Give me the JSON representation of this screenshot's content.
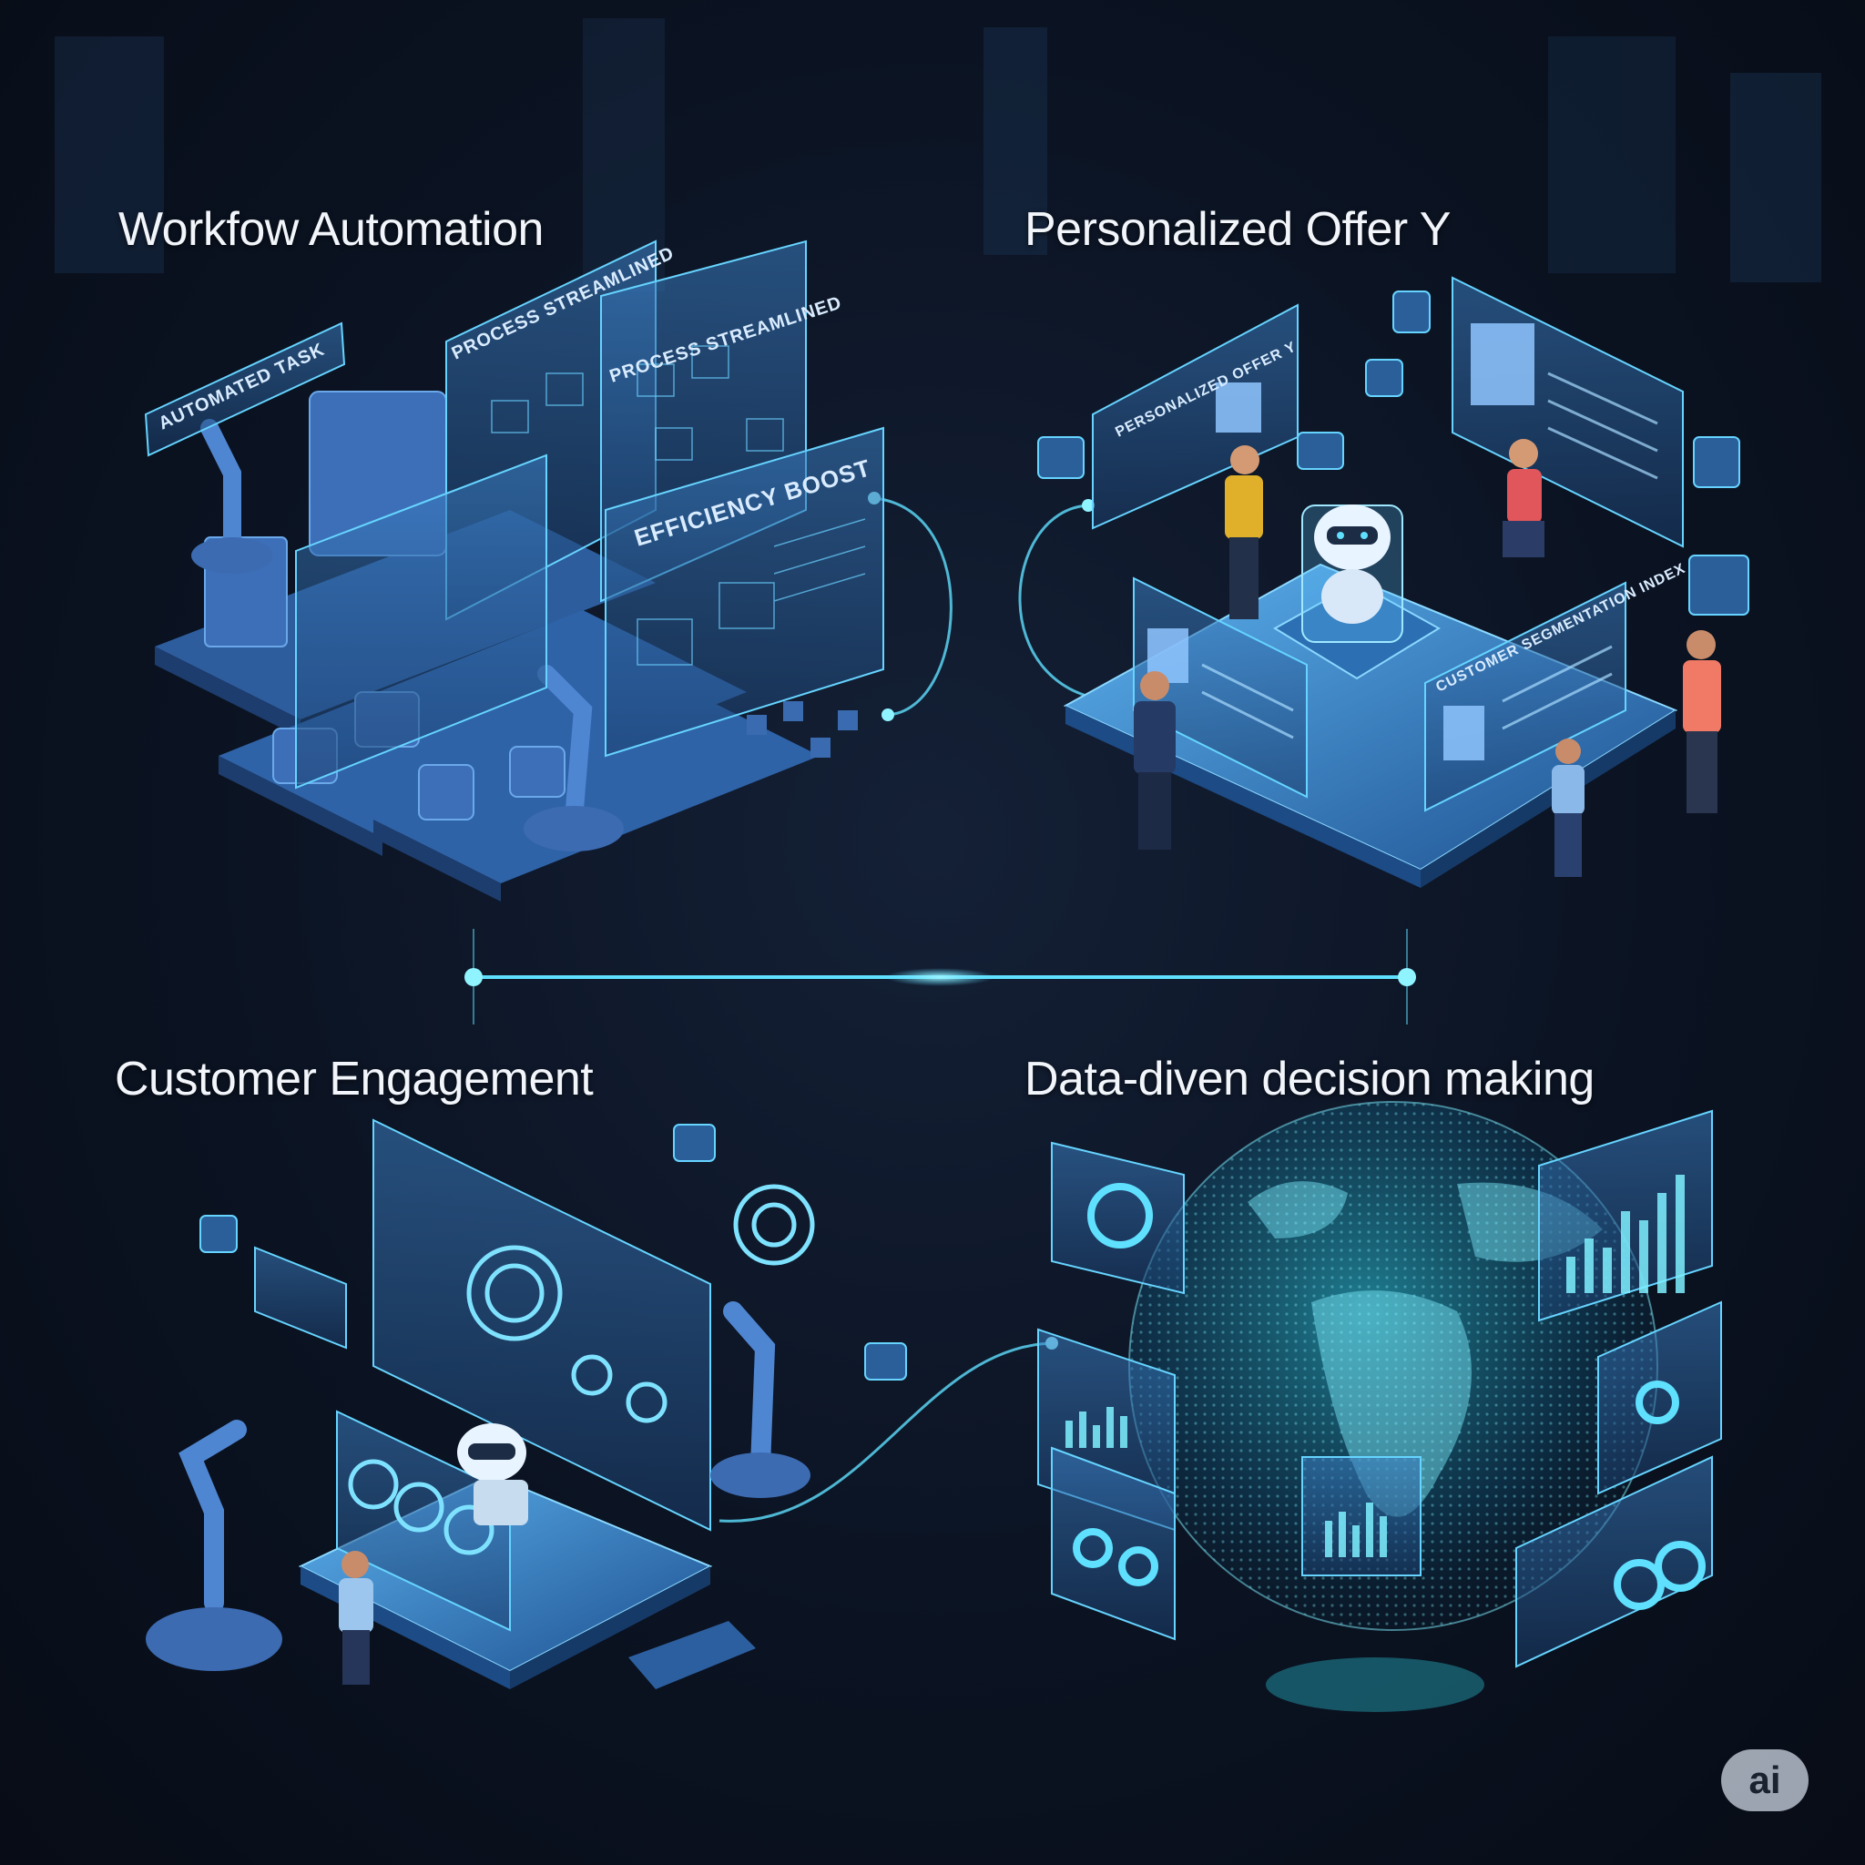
{
  "quadrants": {
    "workflow": {
      "title": "Workfow Automation",
      "labels": {
        "automated_task": "AUTOMATED TASK",
        "process_1": "PROCESS STREAMLINED",
        "process_2": "PROCESS STREAMLINED",
        "efficiency": "EFFICIENCY BOOST"
      }
    },
    "offer": {
      "title": "Personalized Offer Y",
      "labels": {
        "panel": "PERSONALIZED OFFER Y",
        "segment": "CUSTOMER SEGMENTATION INDEX"
      }
    },
    "engagement": {
      "title": "Customer Engagement"
    },
    "data": {
      "title": "Data-diven decision making"
    }
  },
  "badge": "ai",
  "colors": {
    "accent": "#5fe0ff",
    "panel": "#2a5f9a",
    "bg": "#0b1322",
    "machine": "#3d6fb8"
  }
}
